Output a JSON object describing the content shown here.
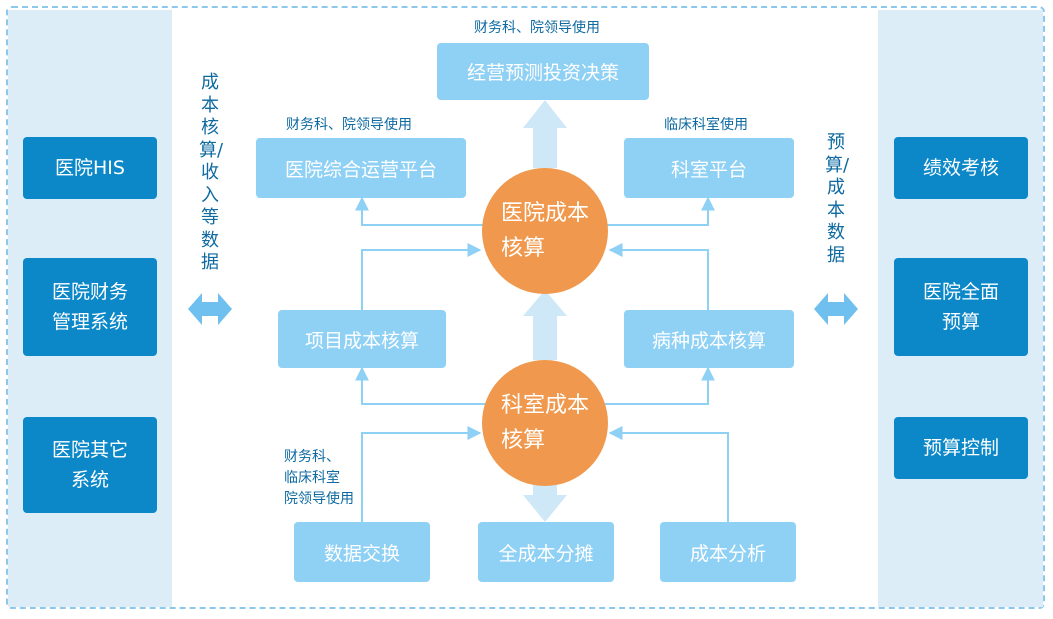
{
  "left_systems": [
    "医院HIS",
    "医院财务\n管理系统",
    "医院其它\n系统"
  ],
  "right_systems": [
    "绩效考核",
    "医院全面\n预算",
    "预算控制"
  ],
  "left_vertical_text": "成本核算/收入等数据",
  "right_vertical_text": "预算/成本数据",
  "nodes": {
    "top_decision": "经营预测投资决策",
    "hospital_platform": "医院综合运营平台",
    "dept_platform": "科室平台",
    "project_cost": "项目成本核算",
    "disease_cost": "病种成本核算",
    "data_exchange": "数据交换",
    "full_allocation": "全成本分摊",
    "cost_analysis": "成本分析"
  },
  "circles": {
    "hospital_cost": "医院成本\n核算",
    "dept_cost": "科室成本\n核算"
  },
  "labels": {
    "top_decision_users": "财务科、院领导使用",
    "hospital_platform_users": "财务科、院领导使用",
    "dept_platform_users": "临床科室使用",
    "data_exchange_users": "财务科、\n临床科室\n院领导使用"
  },
  "colors": {
    "dark_blue": "#0c88c9",
    "light_blue": "#8fd0f5",
    "orange": "#f0994e",
    "panel_bg": "#dcedf8"
  }
}
